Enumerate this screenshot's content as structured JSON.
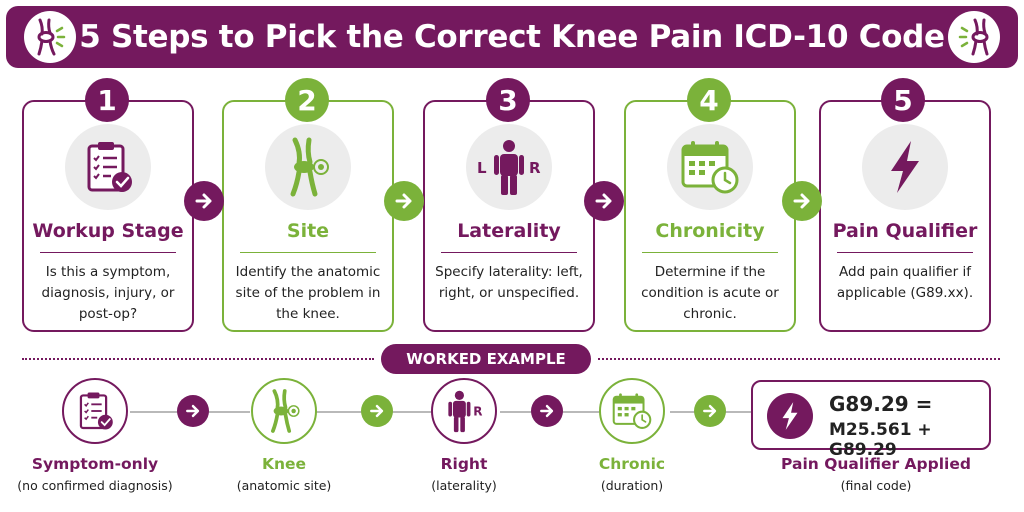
{
  "title": "5 Steps to Pick the Correct Knee Pain ICD-10 Code",
  "colors": {
    "purple": "#74195e",
    "green": "#7bb23a",
    "icon_bg": "#ececec",
    "line_gray": "#b9b9b9"
  },
  "steps": [
    {
      "number": "1",
      "title": "Workup Stage",
      "description": "Is this a symptom, diagnosis, injury, or post-op?",
      "color": "purple",
      "icon": "clipboard-checklist-icon"
    },
    {
      "number": "2",
      "title": "Site",
      "description": "Identify the anatomic site of the problem in the knee.",
      "color": "green",
      "icon": "knee-joint-icon"
    },
    {
      "number": "3",
      "title": "Laterality",
      "description": "Specify laterality: left, right, or unspecified.",
      "color": "purple",
      "icon": "person-laterality-icon",
      "icon_letters": {
        "left": "L",
        "right": "R"
      }
    },
    {
      "number": "4",
      "title": "Chronicity",
      "description": "Determine if the condition is acute or chronic.",
      "color": "green",
      "icon": "calendar-clock-icon"
    },
    {
      "number": "5",
      "title": "Pain Qualifier",
      "description": "Add pain qualifier if applicable (G89.xx).",
      "color": "purple",
      "icon": "lightning-bolt-icon"
    }
  ],
  "worked_example": {
    "label": "WORKED EXAMPLE",
    "items": [
      {
        "title": "Symptom-only",
        "subtitle": "(no confirmed diagnosis)",
        "color": "purple",
        "icon": "clipboard-checklist-icon"
      },
      {
        "title": "Knee",
        "subtitle": "(anatomic site)",
        "color": "green",
        "icon": "knee-joint-icon"
      },
      {
        "title": "Right",
        "subtitle": "(laterality)",
        "color": "purple",
        "icon": "person-right-icon",
        "icon_letter": "R"
      },
      {
        "title": "Chronic",
        "subtitle": "(duration)",
        "color": "green",
        "icon": "calendar-clock-icon"
      }
    ],
    "result": {
      "code_line1": "G89.29 =",
      "code_line2": "M25.561 + G89.29",
      "title": "Pain Qualifier Applied",
      "subtitle": "(final code)",
      "icon": "lightning-bolt-icon"
    }
  }
}
